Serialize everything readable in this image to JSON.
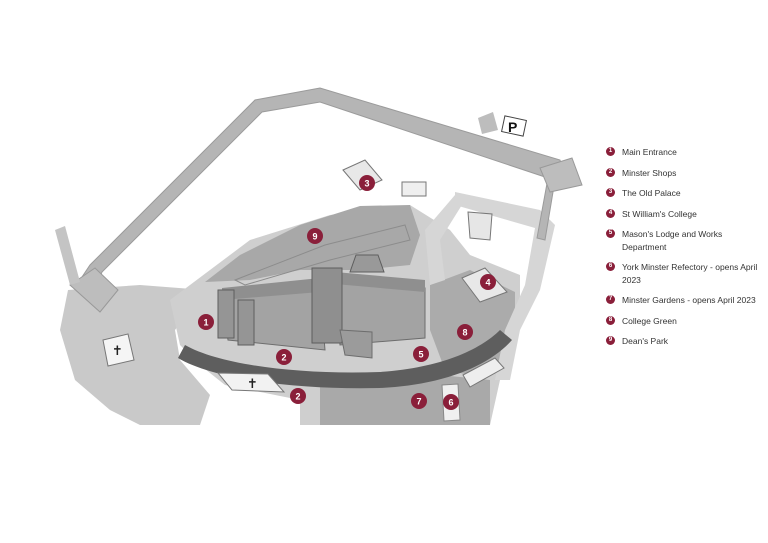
{
  "map": {
    "parking_label": "P",
    "chapel_symbol": "✝",
    "markers": [
      {
        "num": "1"
      },
      {
        "num": "2"
      },
      {
        "num": "2"
      },
      {
        "num": "3"
      },
      {
        "num": "4"
      },
      {
        "num": "5"
      },
      {
        "num": "6"
      },
      {
        "num": "7"
      },
      {
        "num": "8"
      },
      {
        "num": "9"
      }
    ]
  },
  "legend": {
    "items": [
      {
        "num": "1",
        "label": "Main Entrance"
      },
      {
        "num": "2",
        "label": "Minster Shops"
      },
      {
        "num": "3",
        "label": "The Old Palace"
      },
      {
        "num": "4",
        "label": "St William's College"
      },
      {
        "num": "5",
        "label": "Mason's Lodge and Works Department"
      },
      {
        "num": "6",
        "label": "York Minster Refectory - opens April 2023"
      },
      {
        "num": "7",
        "label": "Minster Gardens - opens April 2023"
      },
      {
        "num": "8",
        "label": "College Green"
      },
      {
        "num": "9",
        "label": "Dean's Park"
      }
    ]
  },
  "colors": {
    "marker": "#8a1f3a",
    "ground": "#c9c9c9",
    "wall": "#b5b5b5",
    "road": "#5e5e5e",
    "building": "#a3a3a3",
    "roof": "#8f8f8f"
  }
}
